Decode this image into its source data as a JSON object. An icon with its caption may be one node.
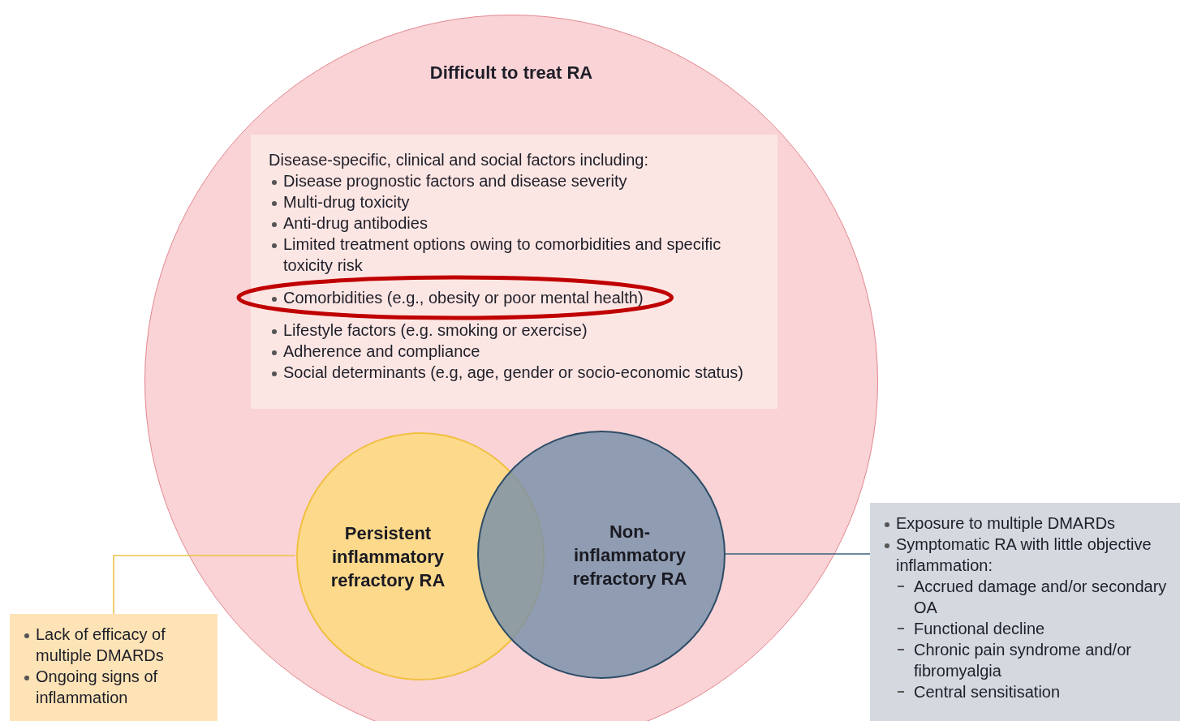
{
  "diagram": {
    "nodes": [
      {
        "text": [
          "Difficult to treat RA"
        ]
      },
      {
        "text": [
          "Disease-specific, clinical and social factors including:",
          "Disease prognostic factors and disease severity",
          "Multi-drug toxicity",
          "Anti-drug antibodies",
          "Limited treatment options owing to comorbidities and specific toxicity risk",
          "Comorbidities (e.g., obesity or poor mental health)",
          "Lifestyle factors (e.g. smoking or exercise)",
          "Adherence and compliance",
          "Social determinants (e.g, age, gender or socio-economic status)"
        ],
        "in": 0
      },
      {
        "text": [
          "Persistent inflammatory refractory RA"
        ],
        "in": 0
      },
      {
        "text": [
          "Non-inflammatory refractory RA"
        ],
        "in": 0
      },
      {
        "text": [
          "Lack of efficacy of multiple DMARDs",
          "Ongoing signs of inflammation"
        ]
      },
      {
        "text": [
          "Exposure to multiple DMARDs",
          "Symptomatic RA with little objective inflammation:",
          "Accrued damage and/or secondary OA",
          "Functional decline",
          "Chronic pain syndrome and/or fibromyalgia",
          "Central sensitisation"
        ]
      }
    ],
    "edges": [
      {
        "from": 2,
        "to": 4,
        "arrow": "none",
        "color": "#f0c24a"
      },
      {
        "from": 3,
        "to": 5,
        "arrow": "none",
        "color": "#3d6078"
      }
    ]
  }
}
